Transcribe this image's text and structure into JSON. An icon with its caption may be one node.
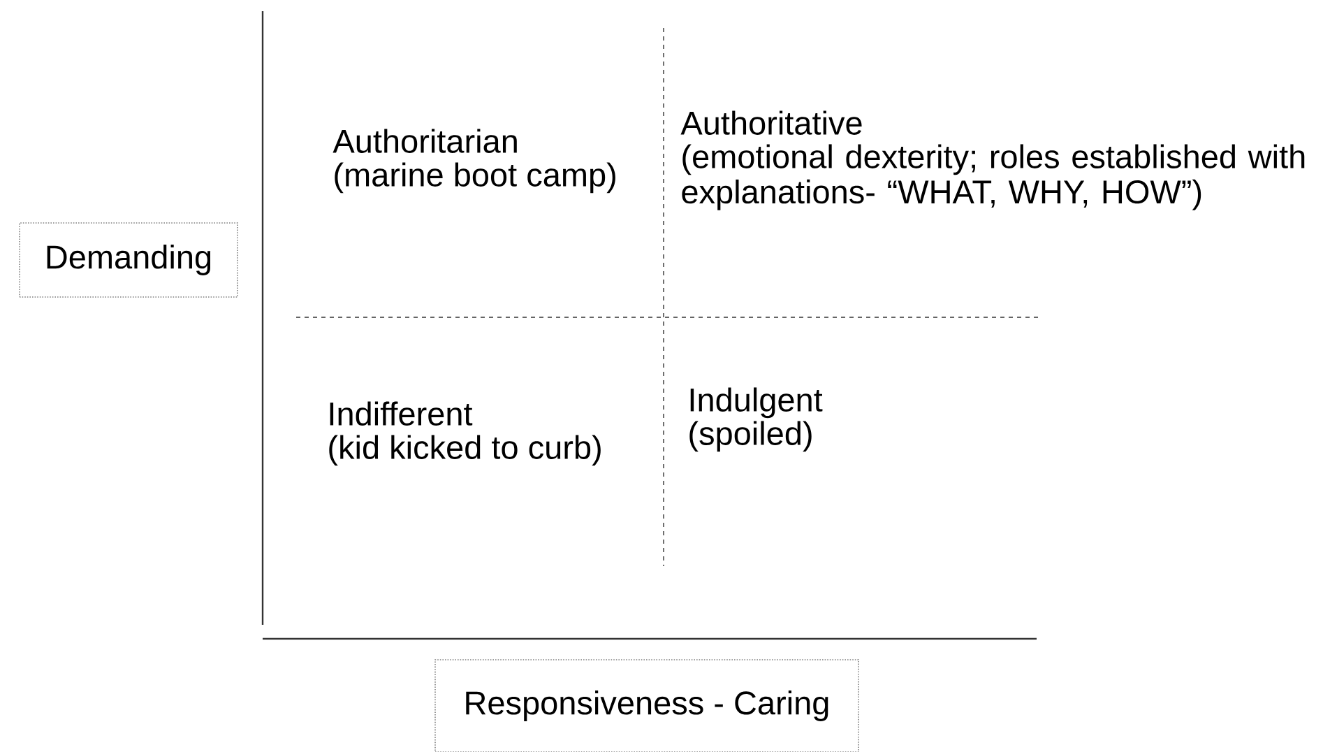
{
  "diagram": {
    "nodes": [
      {
        "text": [
          "Demanding"
        ]
      },
      {
        "text": [
          "Responsiveness - Caring"
        ]
      }
    ],
    "labels": [
      "Authoritarian",
      "(marine boot camp)",
      "Authoritative",
      "(emotional dexterity; roles established with explanations- “WHAT, WHY, HOW”)",
      "Indifferent",
      "(kid kicked to curb)",
      "Indulgent",
      "(spoiled)"
    ]
  }
}
